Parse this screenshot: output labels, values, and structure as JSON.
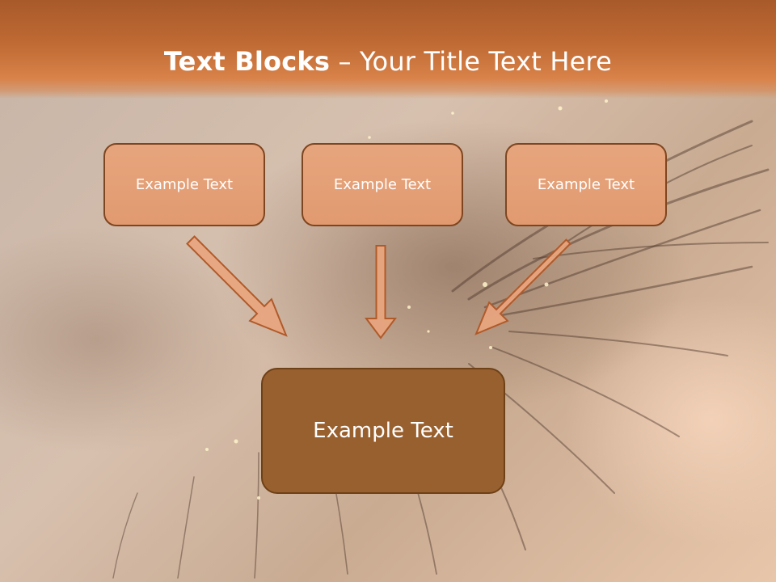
{
  "title": {
    "bold": "Text Blocks",
    "rest": " – Your Title Text Here"
  },
  "blocks": [
    {
      "label": "Example Text"
    },
    {
      "label": "Example Text"
    },
    {
      "label": "Example Text"
    }
  ],
  "main_block": {
    "label": "Example Text"
  },
  "colors": {
    "title_bar": "#c06a34",
    "small_block_fill": "#e39f76",
    "small_block_border": "#7e4620",
    "main_block_fill": "#99602f",
    "arrow_fill": "#e8a57e",
    "arrow_stroke": "#b05a2a"
  }
}
